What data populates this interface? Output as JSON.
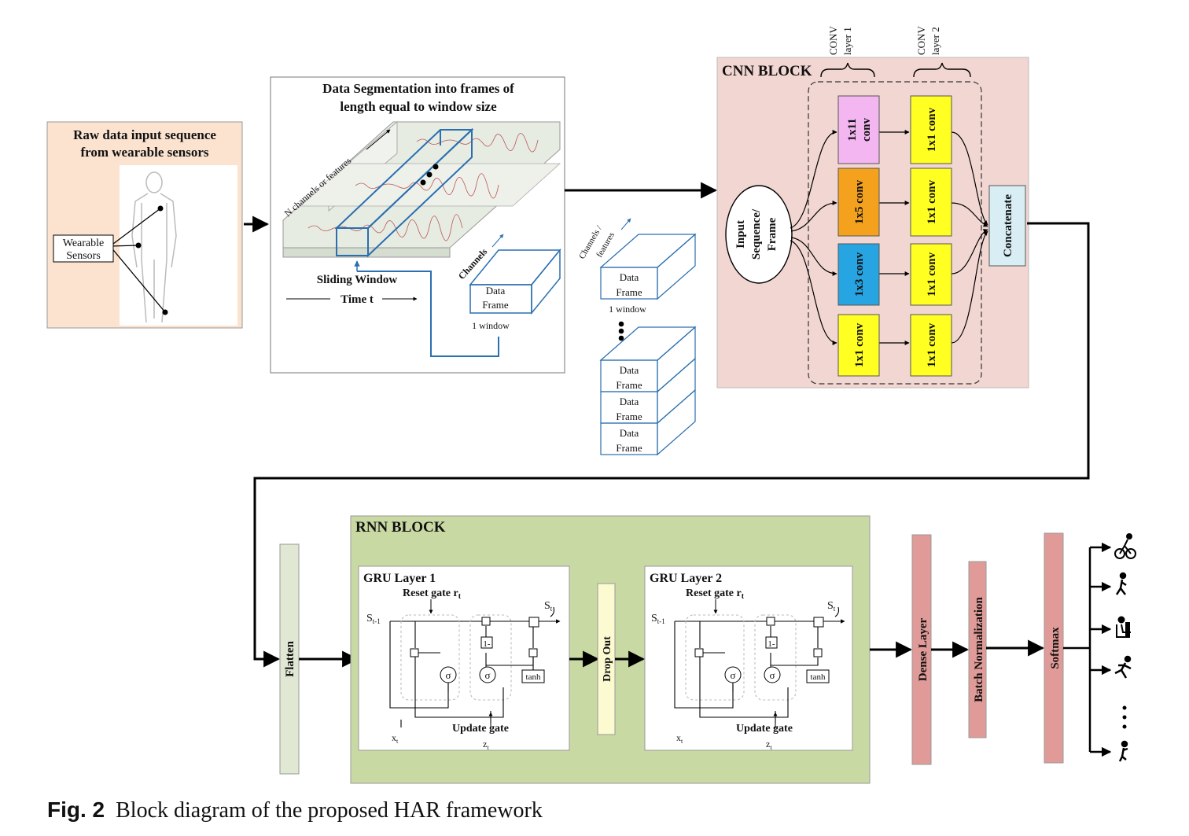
{
  "caption": {
    "label": "Fig. 2",
    "text": "Block diagram of the proposed HAR framework"
  },
  "raw_input": {
    "title_line1": "Raw data input sequence",
    "title_line2": "from wearable sensors",
    "sensor_label_line1": "Wearable",
    "sensor_label_line2": "Sensors"
  },
  "segmentation": {
    "title_line1": "Data Segmentation into frames of",
    "title_line2": "length equal to window size",
    "channels_axis": "N channels or features",
    "sliding_window": "Sliding Window",
    "time_axis": "Time t",
    "frame_channels": "Channels",
    "frame_line1": "Data",
    "frame_line2": "Frame",
    "frame_window": "1 window"
  },
  "frames_stack": {
    "axis_line1": "Channels /",
    "axis_line2": "features",
    "frame_line1": "Data",
    "frame_line2": "Frame",
    "window_label": "1 window"
  },
  "cnn": {
    "title": "CNN BLOCK",
    "conv_layer1_line1": "CONV",
    "conv_layer1_line2": "layer 1",
    "conv_layer2_line1": "CONV",
    "conv_layer2_line2": "layer 2",
    "input_line1": "Input",
    "input_line2": "Sequence/",
    "input_line3": "Frame",
    "layer1": [
      {
        "line1": "1x11",
        "line2": "conv",
        "color": "#f4b6f0"
      },
      {
        "line1": "1x5 conv",
        "line2": "",
        "color": "#f4a21e"
      },
      {
        "line1": "1x3 conv",
        "line2": "",
        "color": "#27a4e2"
      },
      {
        "line1": "1x1 conv",
        "line2": "",
        "color": "#ffff22"
      }
    ],
    "layer2": [
      {
        "label": "1x1 conv",
        "color": "#ffff22"
      },
      {
        "label": "1x1 conv",
        "color": "#ffff22"
      },
      {
        "label": "1x1 conv",
        "color": "#ffff22"
      },
      {
        "label": "1x1 conv",
        "color": "#ffff22"
      }
    ],
    "concatenate": "Concatenate"
  },
  "flatten": "Flatten",
  "rnn": {
    "title": "RNN BLOCK",
    "gru1": {
      "title": "GRU Layer 1"
    },
    "gru2": {
      "title": "GRU Layer 2"
    },
    "reset_gate": "Reset gate r",
    "reset_sub": "t",
    "update_gate": "Update gate",
    "z_label": "z",
    "z_sub": "t",
    "s_prev": "S",
    "s_prev_sub": "t-1",
    "s_out": "S",
    "s_out_sub": "t",
    "x_label": "x",
    "x_sub": "t",
    "sigma": "σ",
    "one_minus": "1-",
    "tanh": "tanh",
    "dropout": "Drop Out"
  },
  "dense": "Dense Layer",
  "batchnorm": "Batch Normalization",
  "softmax": "Softmax",
  "outputs": [
    "cycling-icon",
    "walking-icon",
    "sitting-icon",
    "running-icon",
    "ellipsis",
    "standing-icon"
  ],
  "colors": {
    "raw_bg": "#fbe3d0",
    "cnn_bg": "#f2d6d2",
    "rnn_bg": "#c9d9a4",
    "flatten_bg": "#e0e8d4",
    "dropout_bg": "#fbfad0",
    "dense_bg": "#e09b98",
    "concat_bg": "#d8eef4",
    "accent_blue": "#2a6fb0"
  }
}
